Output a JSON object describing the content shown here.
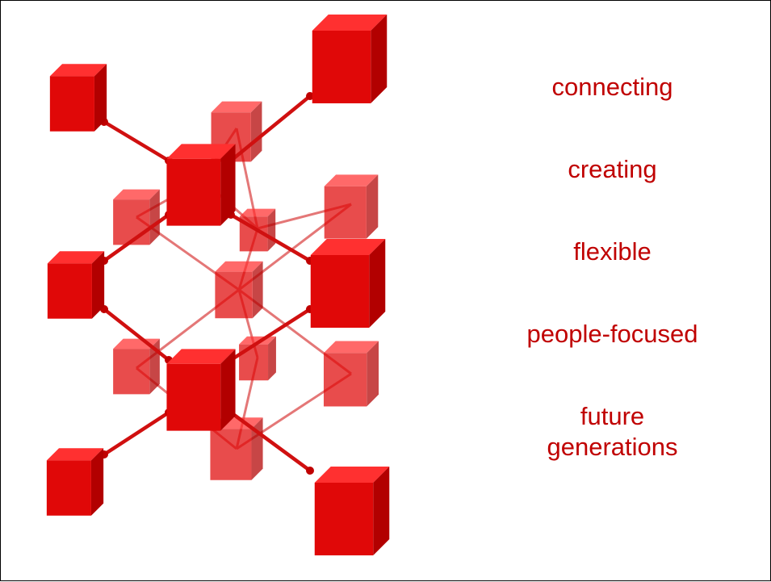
{
  "words": [
    "connecting",
    "creating",
    "flexible",
    "people-focused",
    "future generations"
  ],
  "colors": {
    "text": "#c00000",
    "cube_front": "#e00808",
    "cube_side": "#b80000",
    "cube_top": "#ff2a2a",
    "rod": "#d21010",
    "border": "#000000"
  }
}
